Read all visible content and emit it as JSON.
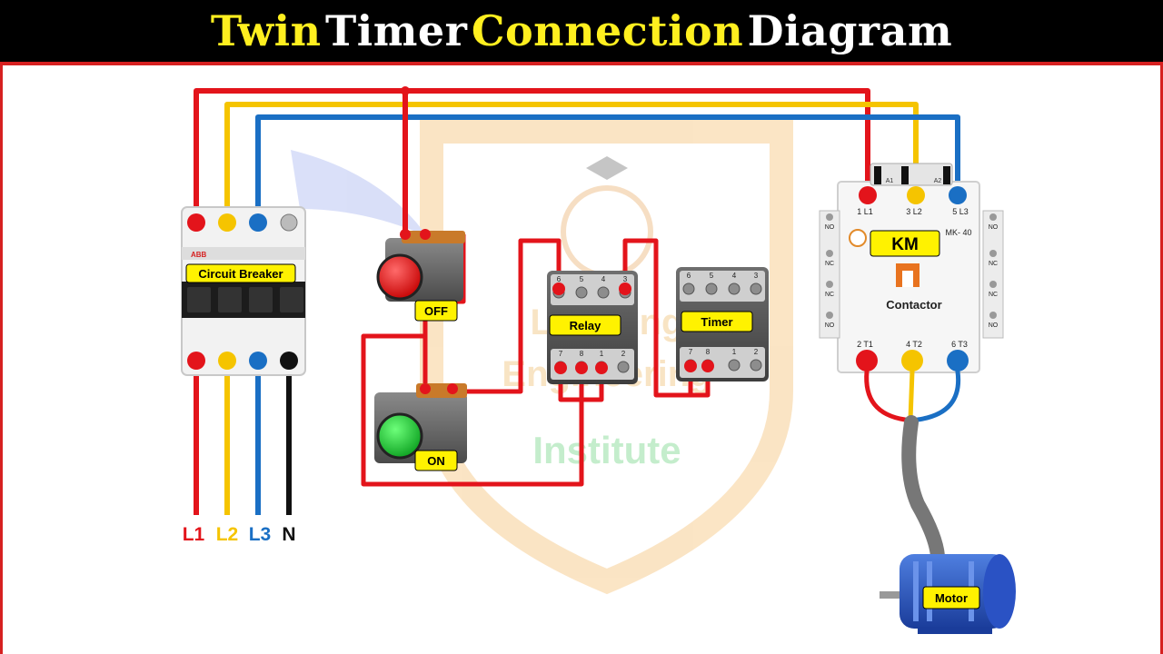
{
  "title": {
    "part1": "Twin",
    "part2": "Timer",
    "part3": "Connection",
    "part4": "Diagram"
  },
  "watermark": {
    "line1": "Learning",
    "line2": "Engineering",
    "line3": "Institute"
  },
  "components": {
    "circuit_breaker": "Circuit Breaker",
    "off_button": "OFF",
    "on_button": "ON",
    "relay": "Relay",
    "timer": "Timer",
    "contactor_tag": "KM",
    "contactor": "Contactor",
    "contactor_model": "MK- 40",
    "motor": "Motor",
    "breaker_brand": "ABB"
  },
  "supply_labels": {
    "l1": "L1",
    "l2": "L2",
    "l3": "L3",
    "n": "N"
  },
  "contactor_terminals": {
    "top": [
      "1 L1",
      "3 L2",
      "5 L3"
    ],
    "coil": [
      "A1",
      "A2"
    ],
    "bottom": [
      "2 T1",
      "4 T2",
      "6 T3"
    ],
    "aux_left": [
      "NO",
      "NC",
      "NC",
      "NO"
    ],
    "aux_right": [
      "NO",
      "NC",
      "NC",
      "NO"
    ]
  },
  "relay_pins": {
    "top": [
      "6",
      "5",
      "4",
      "3"
    ],
    "bottom": [
      "7",
      "8",
      "1",
      "2"
    ]
  },
  "timer_pins": {
    "top": [
      "6",
      "5",
      "4",
      "3"
    ],
    "bottom": [
      "7",
      "8",
      "1",
      "2"
    ]
  },
  "colors": {
    "l1": "#e3141b",
    "l2": "#f5c400",
    "l3": "#1a6fc4",
    "neutral": "#111111",
    "label_bg": "#fff200",
    "title_accent": "#ffef1f",
    "frame": "#d62020"
  }
}
